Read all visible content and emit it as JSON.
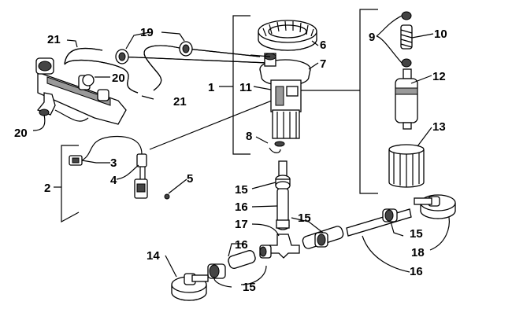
{
  "callouts": [
    {
      "id": "c1",
      "text": "1"
    },
    {
      "id": "c2",
      "text": "2"
    },
    {
      "id": "c3",
      "text": "3"
    },
    {
      "id": "c4",
      "text": "4"
    },
    {
      "id": "c5",
      "text": "5"
    },
    {
      "id": "c6",
      "text": "6"
    },
    {
      "id": "c7",
      "text": "7"
    },
    {
      "id": "c8",
      "text": "8"
    },
    {
      "id": "c9",
      "text": "9"
    },
    {
      "id": "c10",
      "text": "10"
    },
    {
      "id": "c11",
      "text": "11"
    },
    {
      "id": "c12",
      "text": "12"
    },
    {
      "id": "c13",
      "text": "13"
    },
    {
      "id": "c14",
      "text": "14"
    },
    {
      "id": "c15a",
      "text": "15"
    },
    {
      "id": "c15b",
      "text": "15"
    },
    {
      "id": "c15c",
      "text": "15"
    },
    {
      "id": "c15d",
      "text": "15"
    },
    {
      "id": "c16a",
      "text": "16"
    },
    {
      "id": "c16b",
      "text": "16"
    },
    {
      "id": "c16c",
      "text": "16"
    },
    {
      "id": "c17",
      "text": "17"
    },
    {
      "id": "c18",
      "text": "18"
    },
    {
      "id": "c19",
      "text": "19"
    },
    {
      "id": "c20a",
      "text": "20"
    },
    {
      "id": "c20b",
      "text": "20"
    },
    {
      "id": "c21a",
      "text": "21"
    },
    {
      "id": "c21b",
      "text": "21"
    }
  ]
}
